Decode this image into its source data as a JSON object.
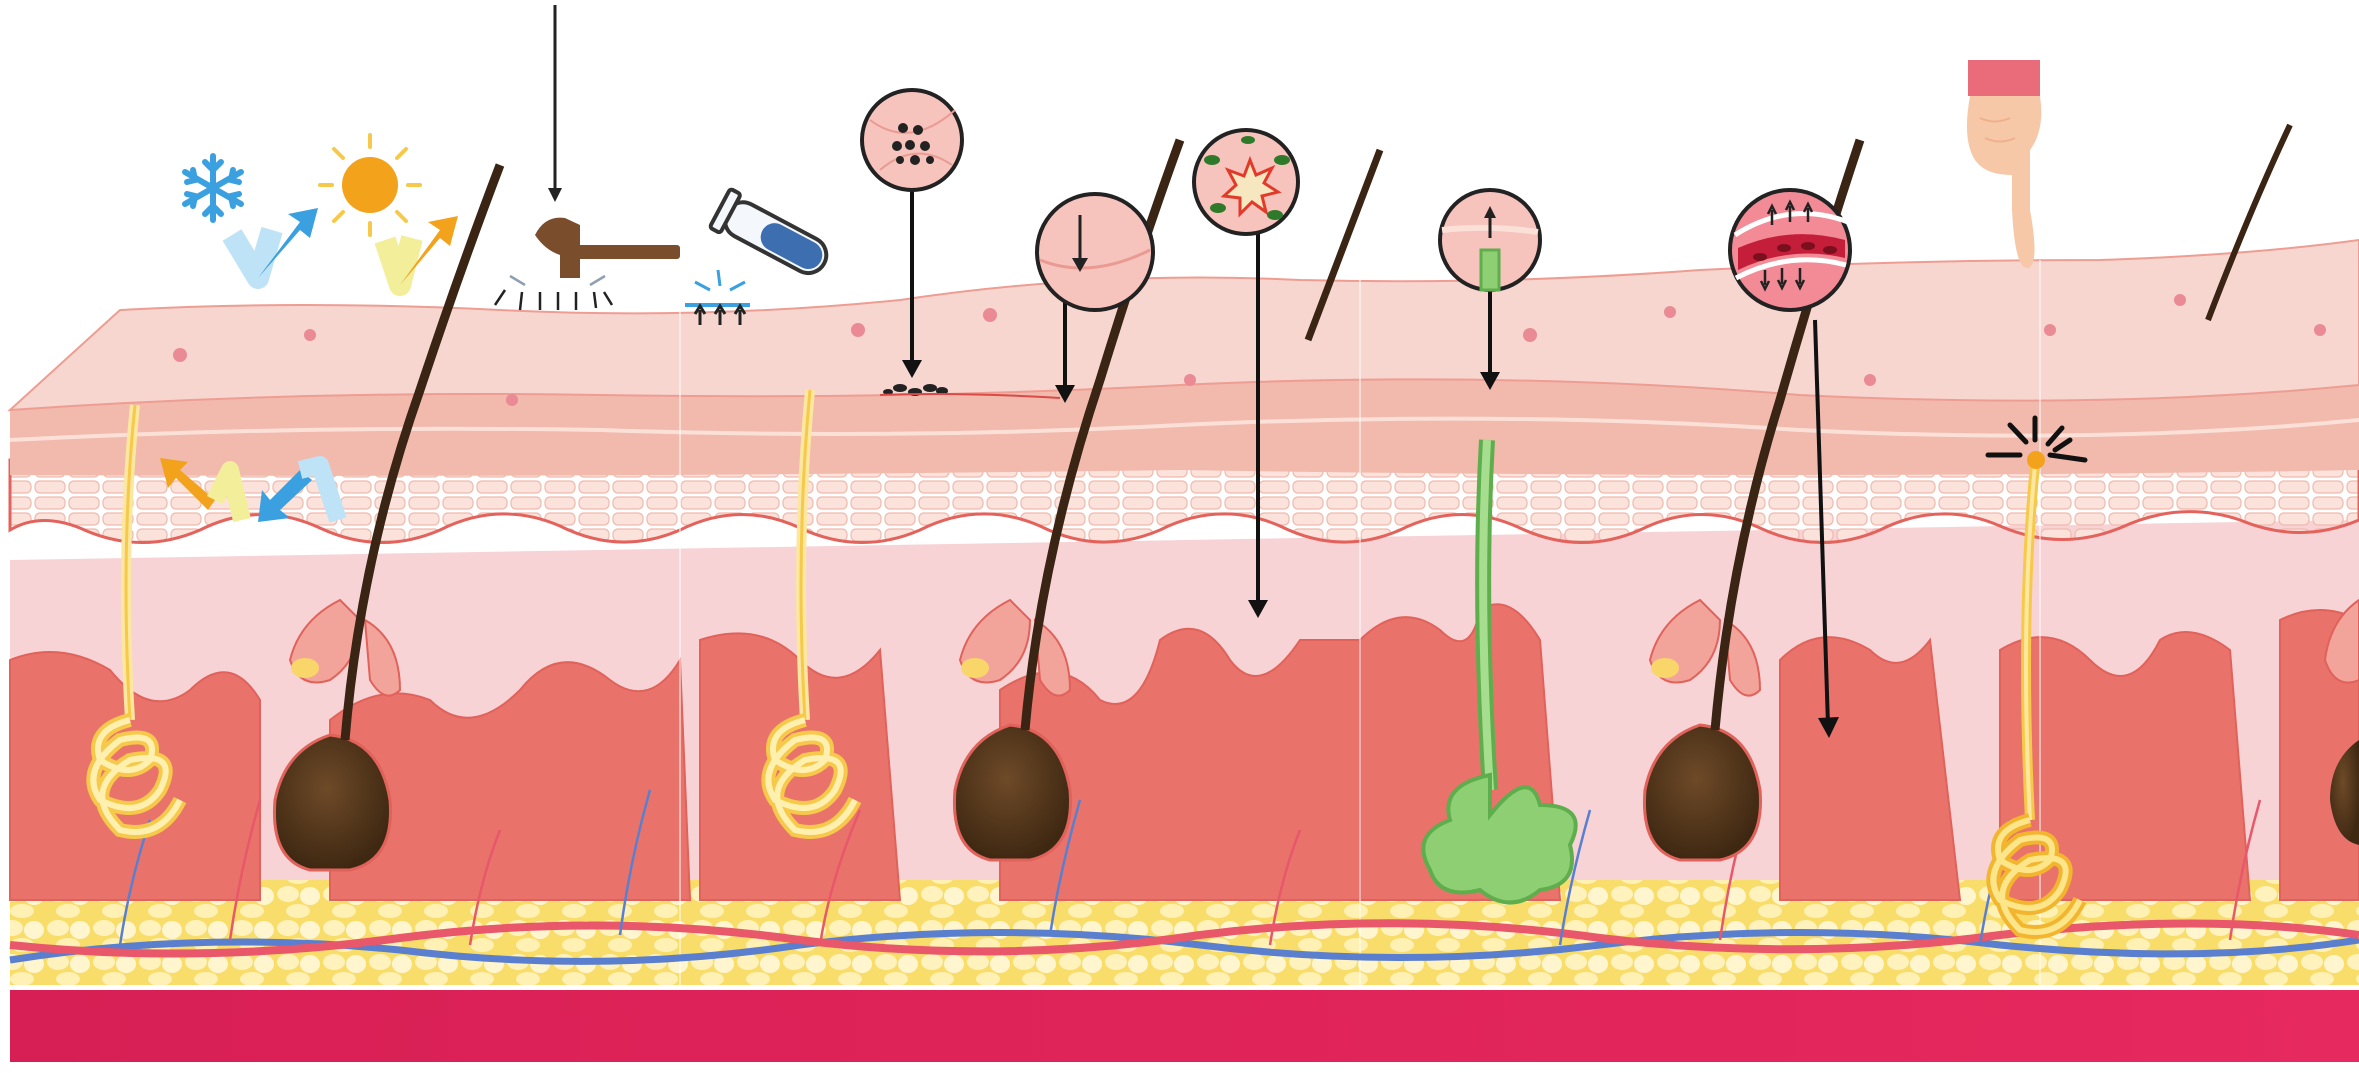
{
  "diagram": {
    "type": "skin-cross-section",
    "panel_count": 4,
    "colors": {
      "background": "#ffffff",
      "epidermis_top": "#f7d6cf",
      "epidermis_band": "#f2b9ad",
      "epidermis_edge": "#ee9d92",
      "cell_layer": "#f6cfc6",
      "dermis": "#f7d3d6",
      "dermis_dark": "#e9736a",
      "dermis_edge": "#e4625c",
      "fat": "#f9e27a",
      "fat_cell": "#fff3c0",
      "artery": "#e8576a",
      "vein": "#5b7fcf",
      "base_bar": "#e1245a",
      "hair": "#3a2414",
      "hair_bulb": "#5a3a1e",
      "nerve_yellow": "#f6c94a",
      "gland_green": "#7fca6a",
      "zoom_circle": "#f7c3bd",
      "arrow": "#111111",
      "cold_blue": "#3aa0e0",
      "heat_orange": "#f3a21c",
      "hand_skin": "#f6c8a8",
      "sleeve": "#ea6b7a"
    },
    "stimuli": [
      {
        "id": "cold",
        "icon": "snowflake-icon"
      },
      {
        "id": "heat",
        "icon": "sun-icon"
      },
      {
        "id": "pressure",
        "icon": "hammer-icon"
      },
      {
        "id": "chemical",
        "icon": "test-tube-icon"
      },
      {
        "id": "particles",
        "icon": "particle-zoom-icon"
      },
      {
        "id": "penetration",
        "icon": "downward-zoom-icon"
      },
      {
        "id": "inflammation",
        "icon": "burst-zoom-icon"
      },
      {
        "id": "secretion",
        "icon": "upward-zoom-icon"
      },
      {
        "id": "blood-flow",
        "icon": "vessel-zoom-icon"
      },
      {
        "id": "touch",
        "icon": "pointing-hand-icon"
      }
    ]
  }
}
